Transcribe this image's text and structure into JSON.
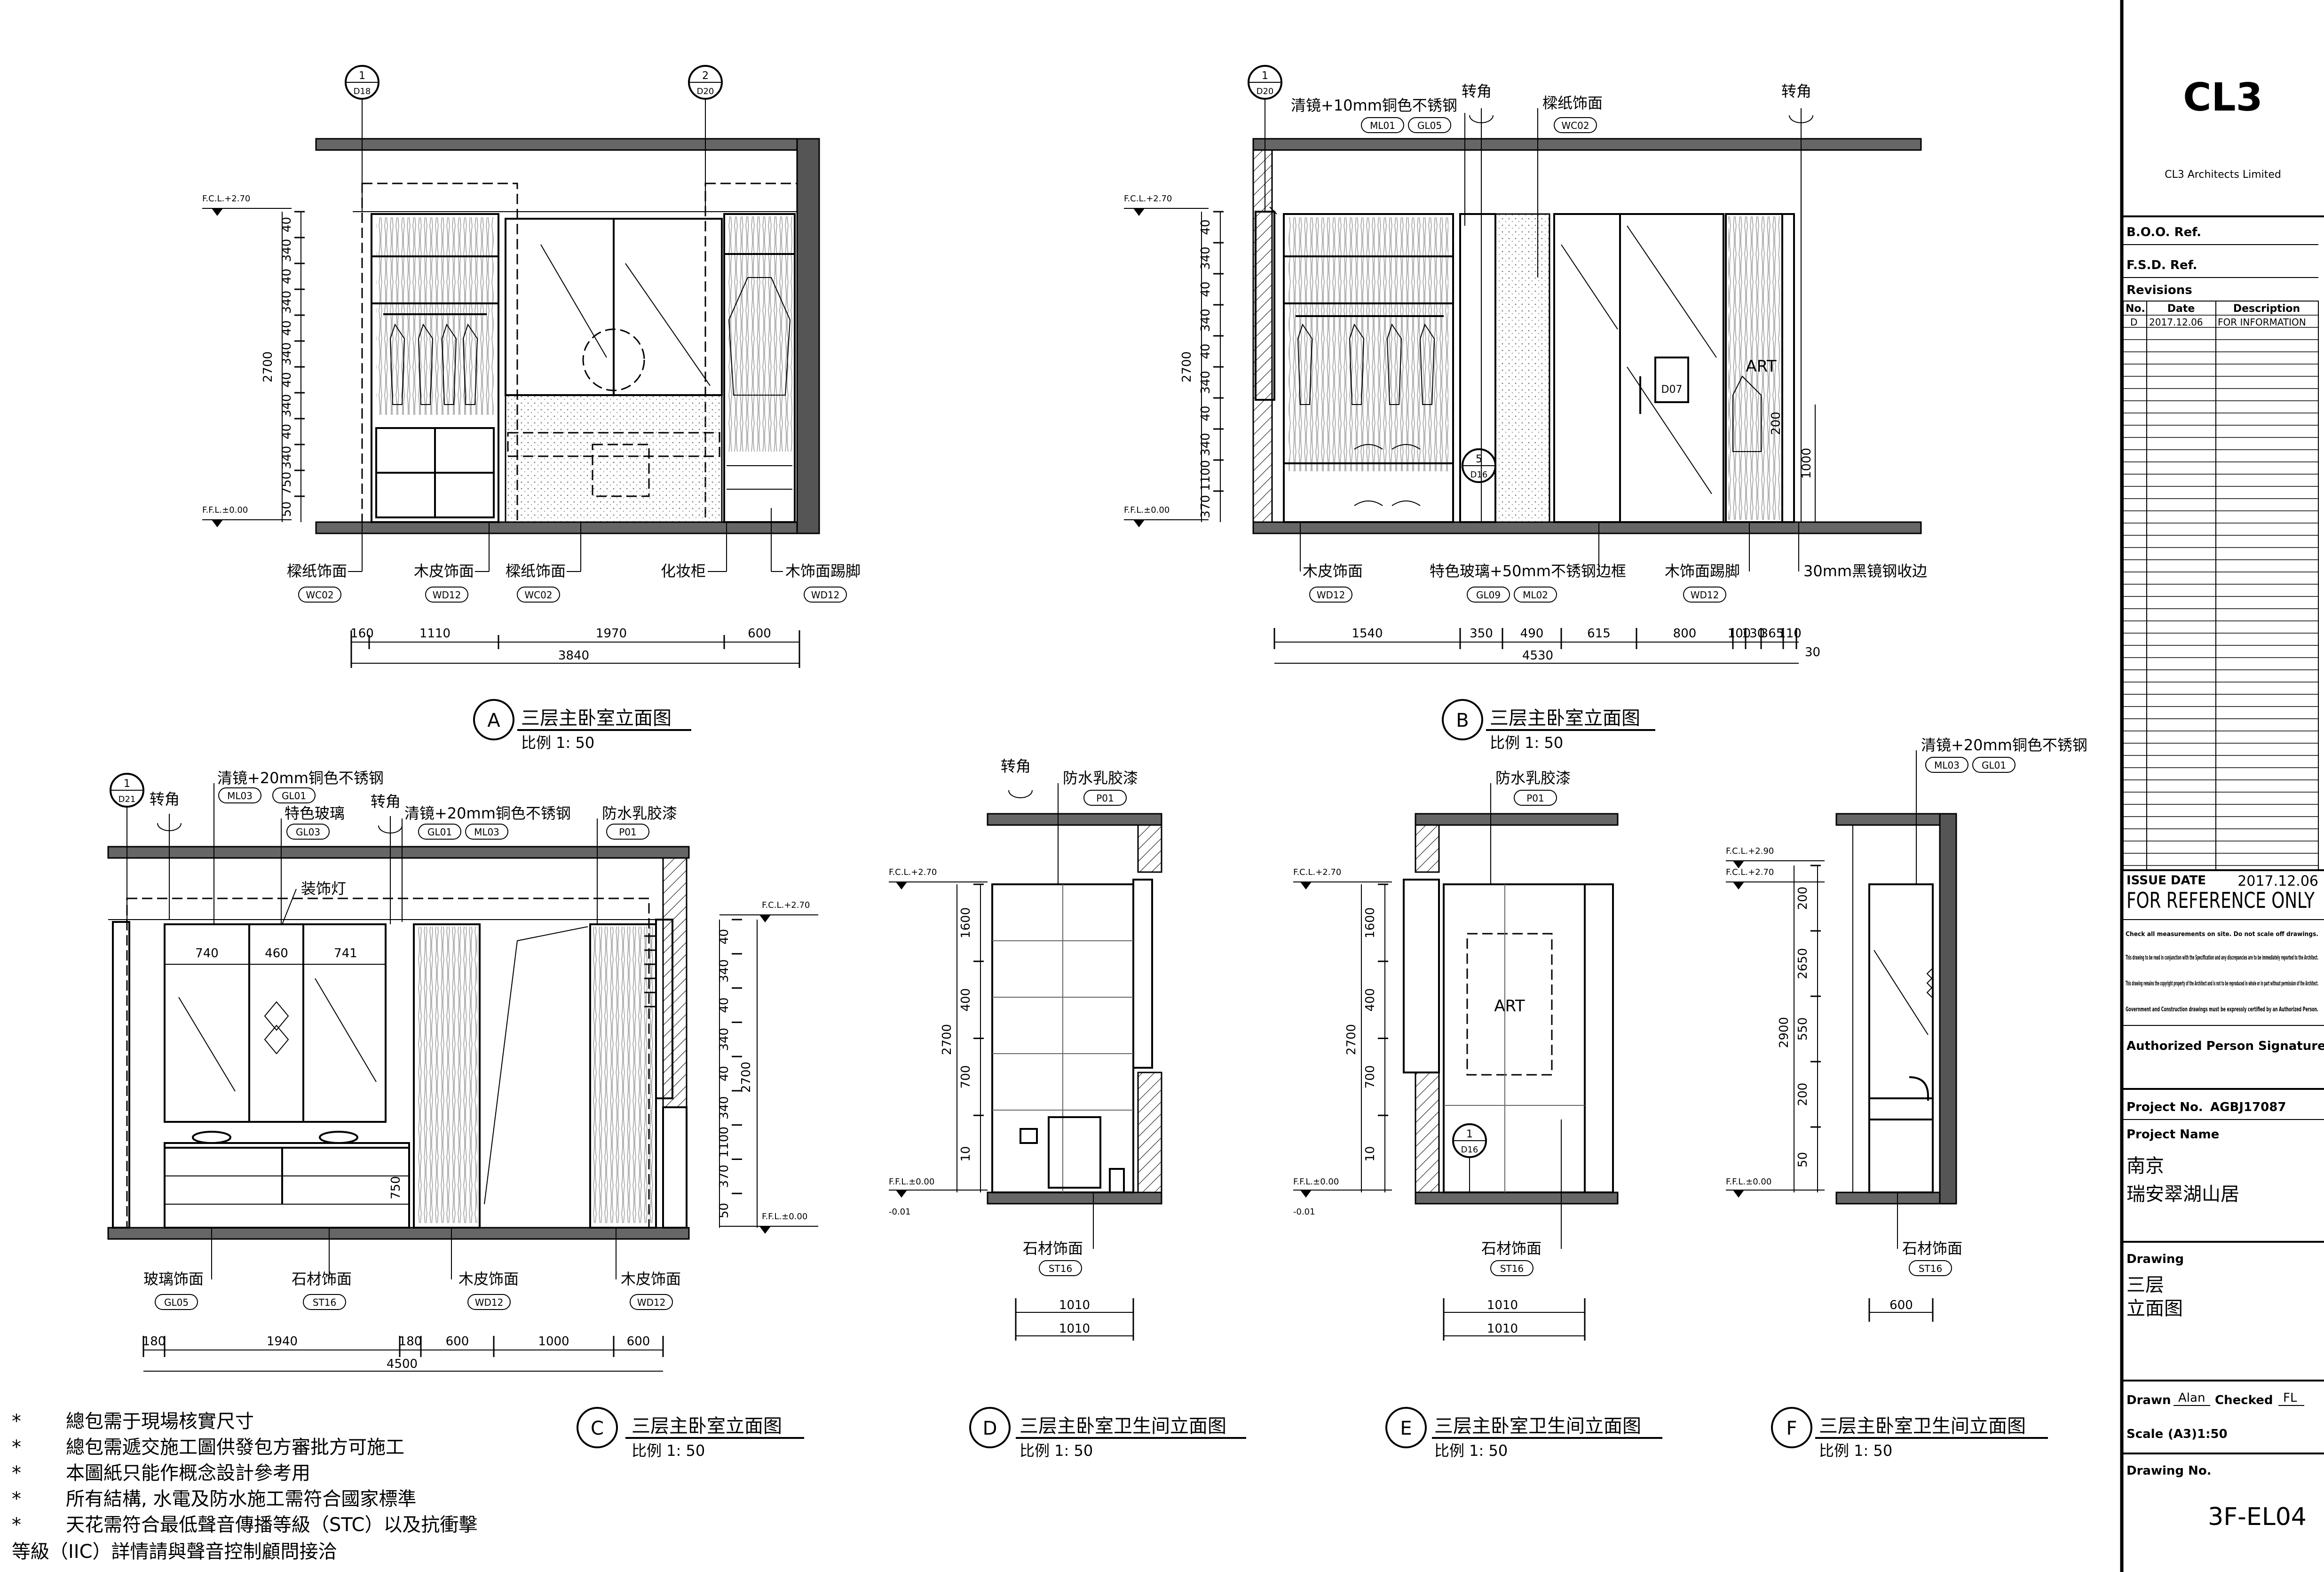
{
  "title_block": {
    "firm_logo": "CL3",
    "firm_name": "CL3 Architects Limited",
    "boo_ref": "B.O.O.  Ref.",
    "fsd_ref": "F.S.D.  Ref.",
    "revisions_label": "Revisions",
    "rev_headers": [
      "No.",
      "Date",
      "Description"
    ],
    "rev_row": [
      "D",
      "2017.12.06",
      "FOR  INFORMATION"
    ],
    "issue_date_label": "ISSUE  DATE",
    "issue_date": "2017.12.06",
    "for_reference": "FOR REFERENCE ONLY",
    "fine_print": [
      "Check all measurements on site. Do not scale off drawings.",
      "This drawing to be read in conjunction with the Specification and any discrepancies are to be immediately reported to the Architect.",
      "This drawing remains the copyright property of the Architect and is not to be reproduced in whole or in part without permission of the Architect.",
      "Government and Construction drawings must be expressly certified by an Authorized Person."
    ],
    "authorized": "Authorized  Person  Signature",
    "project_no_label": "Project  No.",
    "project_no": "AGBJ17087",
    "project_name_label": "Project  Name",
    "project_name": [
      "南京",
      "瑞安翠湖山居"
    ],
    "drawing_label": "Drawing",
    "drawing_name": [
      "三层",
      "立面图"
    ],
    "drawn_label": "Drawn",
    "drawn_by": "Alan",
    "checked_label": "Checked",
    "checked_by": "FL",
    "scale_label": "Scale",
    "scale": "(A3)1:50",
    "drawing_no_label": "Drawing  No.",
    "drawing_no": "3F-EL04"
  },
  "notes": [
    "總包需于現場核實尺寸",
    "總包需遞交施工圖供發包方審批方可施工",
    "本圖紙只能作概念設計參考用",
    "所有結構, 水電及防水施工需符合國家標準",
    "天花需符合最低聲音傳播等級（STC）以及抗衝擊",
    "等級（IIC）詳情請與聲音控制顧問接洽"
  ],
  "note_bullet": "*",
  "common": {
    "fcl": "F.C.L.+2.70",
    "ffl": "F.F.L.±0.00",
    "ffl_low": "-0.01",
    "scale_text": "比例   1: 50",
    "turn": "转角",
    "art": "ART"
  },
  "elevation_a": {
    "letter": "A",
    "title": "三层主卧室立面图",
    "markers": [
      [
        "1",
        "D18"
      ],
      [
        "2",
        "D20"
      ]
    ],
    "labels": [
      "樑纸饰面",
      "木皮饰面",
      "樑纸饰面",
      "化妆柜",
      "木饰面踢脚"
    ],
    "tags": [
      "WC02",
      "WD12",
      "WC02",
      "WD12"
    ],
    "v_dims": [
      "40",
      "340",
      "40",
      "340",
      "40",
      "340",
      "40",
      "340",
      "40",
      "340",
      "750",
      "50"
    ],
    "total_h": "2700",
    "h_dims": [
      "160",
      "1110",
      "1970",
      "600"
    ],
    "total_w": "3840"
  },
  "elevation_b": {
    "letter": "B",
    "title": "三层主卧室立面图",
    "markers": [
      [
        "1",
        "D20"
      ],
      [
        "5",
        "D16"
      ]
    ],
    "door_tag": "D07",
    "labels_top": [
      "清镜+10mm铜色不锈钢",
      "樑纸饰面"
    ],
    "tags_top": [
      "ML01",
      "GL05",
      "WC02"
    ],
    "labels": [
      "木皮饰面",
      "特色玻璃+50mm不锈钢边框",
      "木饰面踢脚",
      "30mm黑镜钢收边"
    ],
    "tags": [
      "WD12",
      "GL09",
      "ML02",
      "WD12"
    ],
    "v_dims": [
      "40",
      "340",
      "40",
      "340",
      "40",
      "340",
      "40",
      "340",
      "1100",
      "370"
    ],
    "total_h": "2700",
    "side_dims": [
      "200",
      "1000"
    ],
    "h_dims": [
      "1540",
      "350",
      "490",
      "615",
      "800",
      "100",
      "130",
      "365",
      "110"
    ],
    "total_w": "4530",
    "extra_dim": "30"
  },
  "elevation_c": {
    "letter": "C",
    "title": "三层主卧室立面图",
    "markers": [
      [
        "1",
        "D21"
      ]
    ],
    "labels_top": [
      "清镜+20mm铜色不锈钢",
      "特色玻璃",
      "清镜+20mm铜色不锈钢",
      "防水乳胶漆",
      "装饰灯"
    ],
    "tags_top": [
      "ML03",
      "GL01",
      "GL03",
      "GL01",
      "ML03",
      "P01"
    ],
    "inner_dims": [
      "740",
      "460",
      "741"
    ],
    "labels": [
      "玻璃饰面",
      "石材饰面",
      "木皮饰面",
      "木皮饰面"
    ],
    "tags": [
      "GL05",
      "ST16",
      "WD12",
      "WD12"
    ],
    "v_dims": [
      "40",
      "340",
      "40",
      "340",
      "40",
      "340",
      "1100",
      "370",
      "50"
    ],
    "total_h": "2700",
    "vanity_dim": "750",
    "h_dims": [
      "180",
      "1940",
      "180",
      "600",
      "1000",
      "600"
    ],
    "total_w": "4500"
  },
  "elevation_d": {
    "letter": "D",
    "title": "三层主卧室卫生间立面图",
    "labels": [
      "防水乳胶漆",
      "石材饰面"
    ],
    "tags": [
      "P01",
      "ST16"
    ],
    "v_dims": [
      "1600",
      "400",
      "700",
      "10"
    ],
    "total_h": "2700",
    "h_dims": [
      "1010",
      "1010"
    ]
  },
  "elevation_e": {
    "letter": "E",
    "title": "三层主卧室卫生间立面图",
    "markers": [
      [
        "1",
        "D16"
      ]
    ],
    "labels": [
      "防水乳胶漆",
      "石材饰面"
    ],
    "tags": [
      "P01",
      "ST16"
    ],
    "v_dims": [
      "1600",
      "400",
      "700",
      "10"
    ],
    "total_h": "2700",
    "h_dims": [
      "1010",
      "1010"
    ]
  },
  "elevation_f": {
    "letter": "F",
    "title": "三层主卧室卫生间立面图",
    "fcl2": "F.C.L.+2.90",
    "labels": [
      "清镜+20mm铜色不锈钢",
      "石材饰面"
    ],
    "tags": [
      "ML03",
      "GL01",
      "ST16"
    ],
    "v_dims": [
      "200",
      "2650",
      "550",
      "200",
      "50"
    ],
    "total_h": "2900",
    "h_dims": [
      "600"
    ]
  }
}
